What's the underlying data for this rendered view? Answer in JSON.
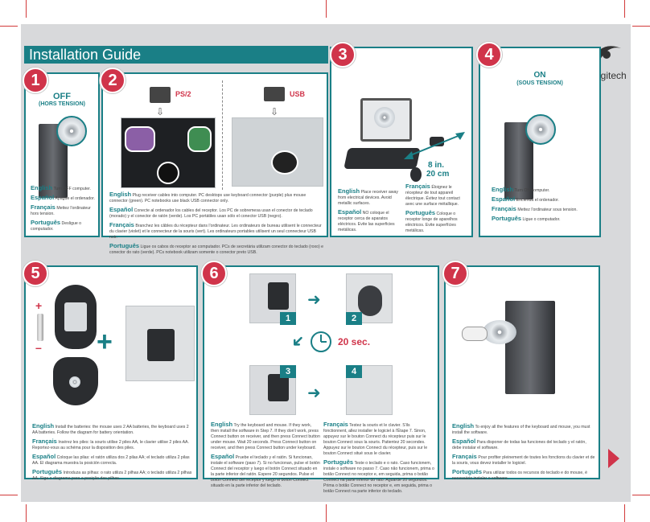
{
  "brand": {
    "name": "Logitech"
  },
  "title": "Installation Guide",
  "colors": {
    "accent": "#1a7f86",
    "badge": "#d0344a",
    "background": "#d8d9db"
  },
  "step1": {
    "num": "1",
    "heading": "OFF",
    "subheading": "(HORS TENSION)",
    "langs": [
      {
        "lang": "English",
        "text": "Turn OFF computer."
      },
      {
        "lang": "Español",
        "text": "Apague el ordenador."
      },
      {
        "lang": "Français",
        "text": "Mettez l'ordinateur hors tension."
      },
      {
        "lang": "Português",
        "text": "Desligue o computador."
      }
    ]
  },
  "step2": {
    "num": "2",
    "ps2_label": "PS/2",
    "usb_label": "USB",
    "langs": [
      {
        "lang": "English",
        "text": "Plug receiver cables into computer. PC desktops use keyboard connector (purple) plus mouse connector (green). PC notebooks use black USB connector only."
      },
      {
        "lang": "Español",
        "text": "Conecte al ordenador los cables del receptor. Los PC de sobremesa usan el conector de teclado (morado) y el conector de ratón (verde). Los PC portátiles usan sólo el conector USB (negro)."
      },
      {
        "lang": "Français",
        "text": "Branchez les câbles du récepteur dans l'ordinateur. Les ordinateurs de bureau utilisent le connecteur du clavier (violet) et le connecteur de la souris (vert). Les ordinateurs portables utilisent un seul connecteur USB noir."
      },
      {
        "lang": "Português",
        "text": "Ligue os cabos do receptor ao computador. PCs de secretária utilizam conector do teclado (roxo) e conector do rato (verde). PCs notebook utilizam somente o conector preto USB."
      }
    ]
  },
  "step3": {
    "num": "3",
    "distance": "8 in.",
    "distance_cm": "20 cm",
    "langs": [
      {
        "lang": "English",
        "text": "Place receiver away from electrical devices. Avoid metallic surfaces."
      },
      {
        "lang": "Español",
        "text": "NO coloque el receptor cerca de aparatos eléctricos. Evite las superficies metálicas."
      },
      {
        "lang": "Français",
        "text": "Éloignez le récepteur de tout appareil électrique. Évitez tout contact avec une surface métallique."
      },
      {
        "lang": "Português",
        "text": "Coloque o receptor longe de aparelhos eléctricos. Evite superfícies metálicas."
      }
    ]
  },
  "step4": {
    "num": "4",
    "heading": "ON",
    "subheading": "(SOUS TENSION)",
    "langs": [
      {
        "lang": "English",
        "text": "Turn ON computer."
      },
      {
        "lang": "Español",
        "text": "Encienda el ordenador."
      },
      {
        "lang": "Français",
        "text": "Mettez l'ordinateur sous tension."
      },
      {
        "lang": "Português",
        "text": "Ligue o computador."
      }
    ]
  },
  "step5": {
    "num": "5",
    "plus": "+",
    "minus": "–",
    "langs": [
      {
        "lang": "English",
        "text": "Install the batteries: the mouse uses 2 AA batteries, the keyboard uses 2 AA batteries. Follow the diagram for battery orientation."
      },
      {
        "lang": "Français",
        "text": "Insérez les piles: la souris utilise 2 piles AA, le clavier utilise 2 piles AA. Reportez-vous au schéma pour la disposition des piles."
      },
      {
        "lang": "Español",
        "text": "Coloque las pilas: el ratón utiliza dos 2 pilas AA; el teclado utiliza 2 pilas AA. El diagrama muestra la posición correcta."
      },
      {
        "lang": "Português",
        "text": "Introduza as pilhas: o rato utiliza 2 pilhas AA; o teclado utiliza 2 pilhas AA. Siga o diagrama para a posição das pilhas."
      }
    ]
  },
  "step6": {
    "num": "6",
    "seconds": "20 sec.",
    "substeps": [
      "1",
      "2",
      "3",
      "4"
    ],
    "langs_left": [
      {
        "lang": "English",
        "text": "Try the keyboard and mouse. If they work, then install the software in Step 7. If they don't work, press Connect button on receiver, and then press Connect button under mouse. Wait 20 seconds. Press Connect button on receiver, and then press Connect button under keyboard."
      },
      {
        "lang": "Español",
        "text": "Pruebe el teclado y el ratón. Si funcionan, instale el software (paso 7). Si no funcionan, pulse el botón Connect del receptor y luego el botón Connect situado en la parte inferior del ratón. Espere 20 segundos. Pulse el botón Connect del receptor y luego el botón Connect situado en la parte inferior del teclado."
      }
    ],
    "langs_right": [
      {
        "lang": "Français",
        "text": "Testez la souris et le clavier. S'ils fonctionnent, allez installer le logiciel à l'Étape 7. Sinon, appuyez sur le bouton Connect du récepteur puis sur le bouton Connect sous la souris. Patientez 20 secondes. Appuyez sur le bouton Connect du récepteur, puis sur le bouton Connect situé sous le clavier."
      },
      {
        "lang": "Português",
        "text": "Teste o teclado e o rato. Caso funcionem, instale o software no passo 7. Caso não funcionem, prima o botão Connect no receptor e, em seguida, prima o botão Connect na parte inferior do rato. Aguarde 20 segundos. Prima o botão Connect no receptor e, em seguida, prima o botão Connect na parte inferior do teclado."
      }
    ]
  },
  "step7": {
    "num": "7",
    "langs": [
      {
        "lang": "English",
        "text": "To enjoy all the features of the keyboard and mouse, you must install the software."
      },
      {
        "lang": "Español",
        "text": "Para disponer de todas las funciones del teclado y el ratón, debe instalar el software."
      },
      {
        "lang": "Français",
        "text": "Pour profiter pleinement de toutes les fonctions du clavier et de la souris, vous devez installer le logiciel."
      },
      {
        "lang": "Português",
        "text": "Para utilizar todos os recursos do teclado e do mouse, é necessário instalar o software."
      }
    ]
  }
}
